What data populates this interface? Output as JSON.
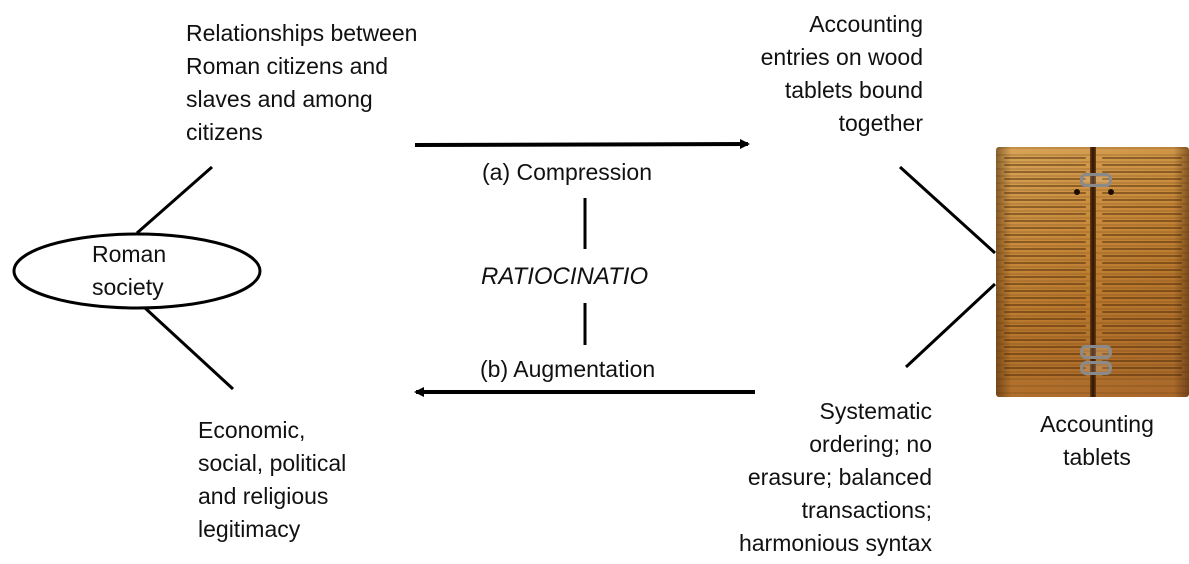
{
  "nodes": {
    "relationships": [
      "Relationships between",
      "Roman citizens and",
      "slaves and among",
      "citizens"
    ],
    "accounting_entries": [
      "Accounting",
      "entries on wood",
      "tablets bound",
      "together"
    ],
    "roman_society": [
      "Roman",
      "society"
    ],
    "legitimacy": [
      "Economic,",
      "social, political",
      "and religious",
      "legitimacy"
    ],
    "systematic": [
      "Systematic",
      "ordering; no",
      "erasure; balanced",
      "transactions;",
      "harmonious syntax"
    ],
    "tablets_caption": [
      "Accounting",
      "tablets"
    ]
  },
  "processes": {
    "compression": "(a) Compression",
    "ratiocinatio": "RATIOCINATIO",
    "augmentation": "(b) Augmentation"
  },
  "image": {
    "icon": "wooden-accounting-tablets-photo"
  },
  "colors": {
    "text": "#111111",
    "line": "#000000",
    "tablet_wood": "#c8893a"
  }
}
